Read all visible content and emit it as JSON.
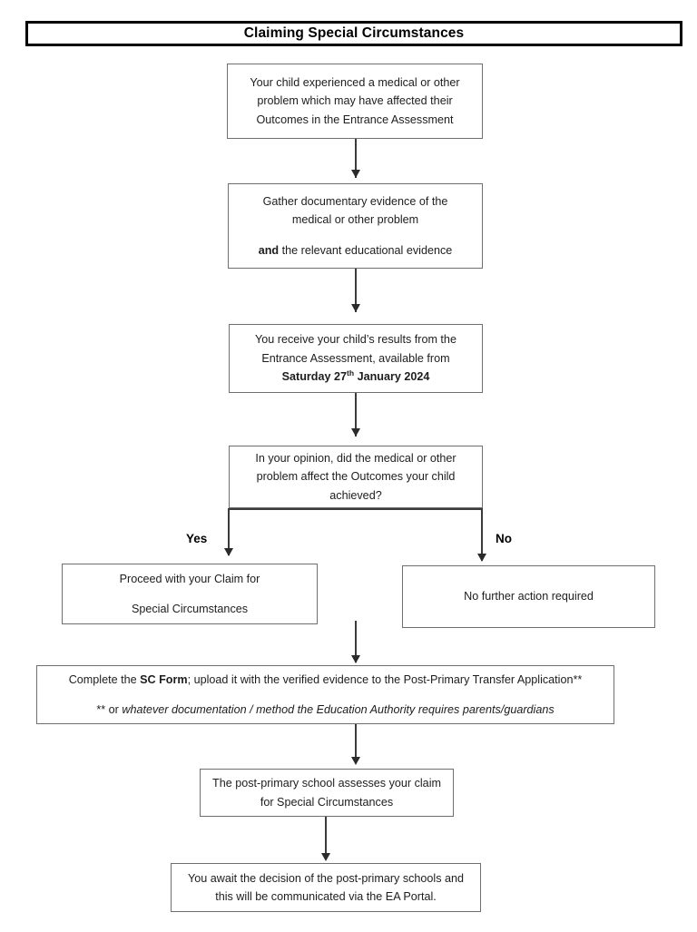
{
  "document": {
    "title": "Claiming Special Circumstances"
  },
  "flow": {
    "nodes": {
      "experienced_problem": {
        "lines": [
          "Your child experienced a medical or other",
          "problem which may have affected their",
          "Outcomes in the Entrance Assessment"
        ]
      },
      "gather_evidence": {
        "lines": [
          "Gather documentary evidence of the",
          "medical or other problem"
        ],
        "emphasis_word": "and",
        "emphasis_rest": " the relevant educational evidence"
      },
      "receive_results": {
        "lines": [
          "You receive your child’s results from the",
          "Entrance Assessment, available from"
        ],
        "date_prefix": "Saturday 27",
        "date_ordinal": "th",
        "date_suffix": " January 2024"
      },
      "decision_question": {
        "lines": [
          "In your opinion, did the medical or other",
          "problem affect the Outcomes your child",
          "achieved?"
        ]
      },
      "proceed_claim": {
        "lines": [
          "Proceed with your Claim for",
          "Special Circumstances"
        ]
      },
      "no_action": {
        "lines": [
          "No further action required"
        ]
      },
      "complete_sc_form": {
        "line1_prefix": "Complete the ",
        "line1_bold": "SC Form",
        "line1_suffix": "; upload it with the verified evidence to the Post-Primary Transfer Application**",
        "line2_prefix": "** or ",
        "line2_italic": "whatever documentation / method the Education Authority requires parents/guardians"
      },
      "school_assesses": {
        "lines": [
          "The post-primary school assesses your claim",
          "for Special Circumstances"
        ]
      },
      "await_decision": {
        "lines": [
          "You await the decision of the post-primary schools and",
          "this will be communicated via the EA Portal."
        ]
      }
    },
    "branch_labels": {
      "yes": "Yes",
      "no": "No"
    }
  },
  "colors": {
    "title_border": "#000000",
    "node_border": "#6f6f6f",
    "connector": "#3a3a3a",
    "text": "#1d1d1d",
    "background": "#ffffff"
  }
}
